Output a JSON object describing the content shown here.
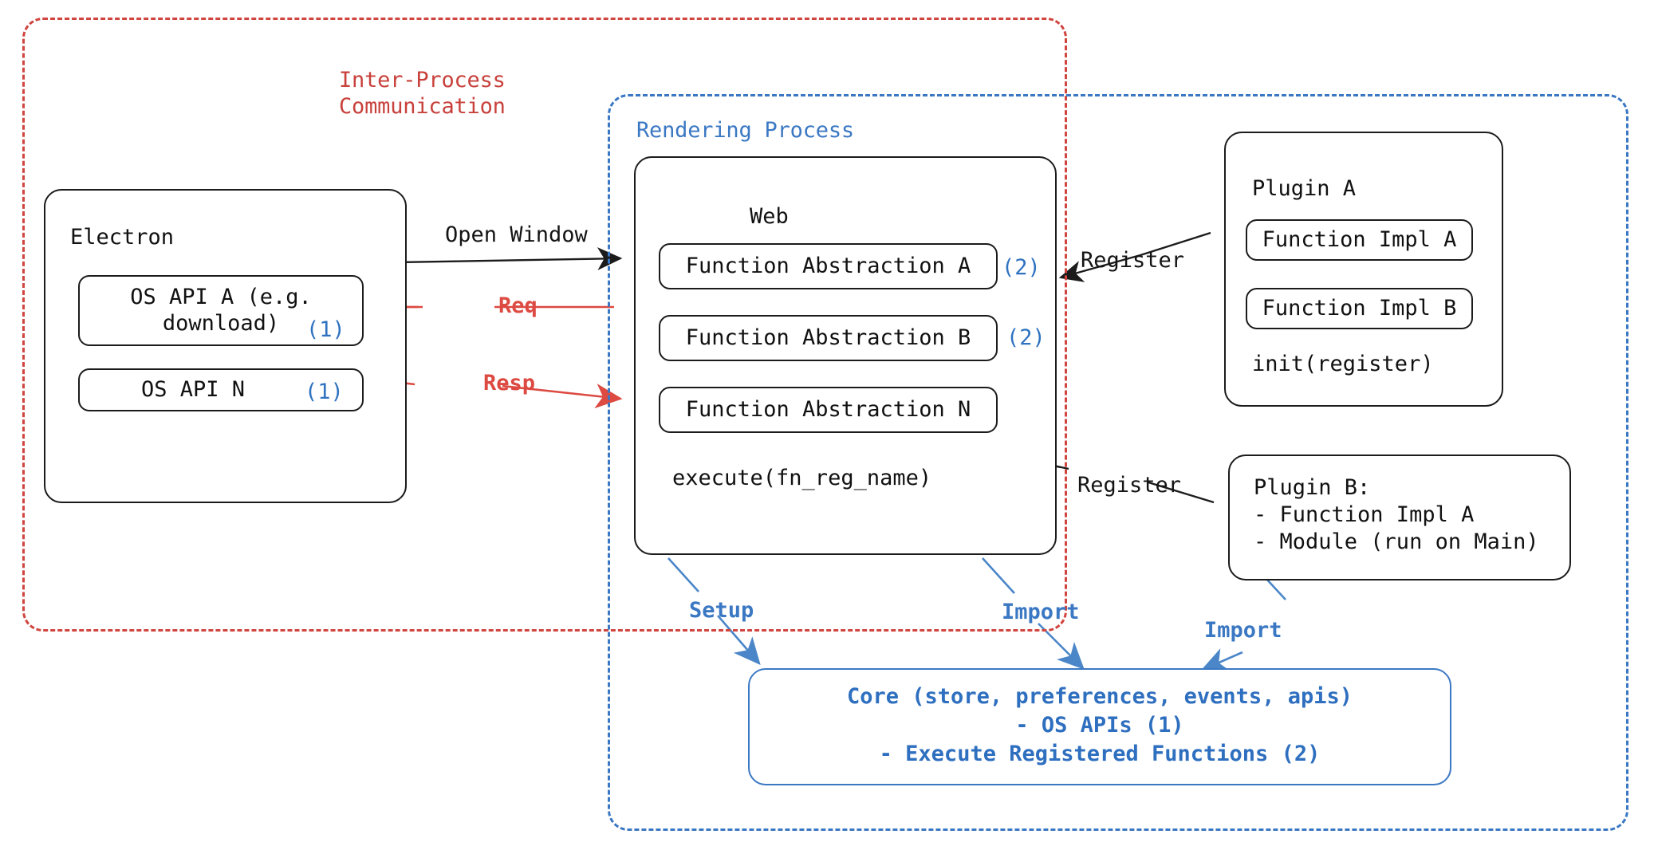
{
  "diagram": {
    "title": "Electron plugin architecture",
    "colors": {
      "red": "#d0453f",
      "blue": "#3b78c3",
      "black": "#1b1b1b",
      "badge_blue": "#2f72c0"
    }
  },
  "regions": {
    "ipc": {
      "title": "Inter-Process\nCommunication"
    },
    "rendering": {
      "title": "Rendering Process"
    }
  },
  "electron": {
    "title": "Electron",
    "apis": [
      {
        "label": "OS API A (e.g.\ndownload)",
        "badge": "(1)"
      },
      {
        "label": "OS API N",
        "badge": "(1)"
      }
    ]
  },
  "web": {
    "title": "Web",
    "abstractions": [
      {
        "label": "Function Abstraction A",
        "badge": "(2)"
      },
      {
        "label": "Function Abstraction B",
        "badge": "(2)"
      },
      {
        "label": "Function Abstraction N",
        "badge": ""
      }
    ],
    "footer": "execute(fn_reg_name)"
  },
  "plugin_a": {
    "title": "Plugin A",
    "functions": [
      {
        "label": "Function Impl A"
      },
      {
        "label": "Function Impl B"
      }
    ],
    "footer": "init(register)"
  },
  "plugin_b": {
    "title": "Plugin B:\n- Function Impl A\n- Module (run on Main)"
  },
  "core": {
    "text": "Core (store, preferences, events, apis)\n- OS APIs (1)\n- Execute Registered Functions (2)"
  },
  "edges": {
    "open_window": "Open Window",
    "req": "Req",
    "resp": "Resp",
    "register_a": "Register",
    "register_b": "Register",
    "setup": "Setup",
    "import_web": "Import",
    "import_plugin": "Import"
  }
}
